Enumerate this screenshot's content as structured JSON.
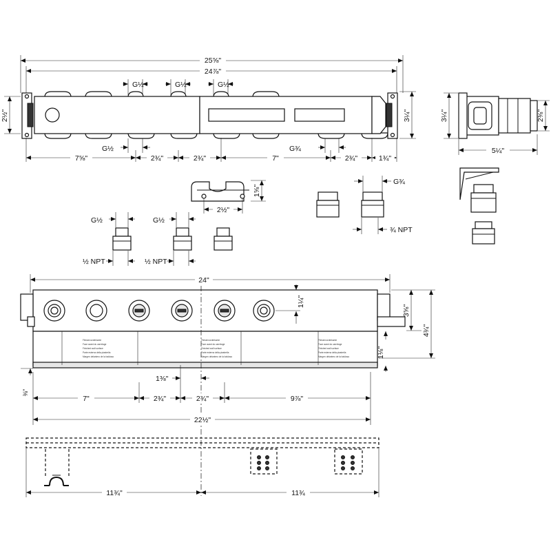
{
  "top_view": {
    "dims": {
      "overall_outer": "25⅝\"",
      "overall_inner": "24⅞\"",
      "thread_1": "G½",
      "thread_2": "G½",
      "thread_3": "G½",
      "height_left": "2½\"",
      "height_right": "3¼\"",
      "bottom_thread_left": "G½",
      "bottom_thread_right": "G¾",
      "seg_1": "7⅝\"",
      "seg_2": "2¾\"",
      "seg_3": "2¾\"",
      "seg_4": "7\"",
      "seg_5": "2¾\"",
      "seg_6": "1¾\""
    }
  },
  "side_view": {
    "dims": {
      "height": "3¼\"",
      "depth": "2⅜\"",
      "width": "5¼\""
    }
  },
  "bracket": {
    "height": "1⅝\"",
    "width": "2½\""
  },
  "fittings_half": {
    "thread_a": "G½",
    "thread_b": "G½",
    "npt_a": "½ NPT",
    "npt_b": "½ NPT"
  },
  "fittings_threequarter": {
    "thread": "G¾",
    "npt": "¾ NPT"
  },
  "front_view": {
    "dims": {
      "overall": "24\"",
      "port_offset": "1¼\"",
      "height_a": "3⅝\"",
      "height_b": "4¾\"",
      "height_c": "1⅛\"",
      "offset": "1⅜\"",
      "bottom_left": "⅜\"",
      "seg_1": "7\"",
      "seg_2": "2¾\"",
      "seg_3": "2¾\"",
      "seg_4": "9⅞\"",
      "total": "22½\""
    }
  },
  "bottom_view": {
    "dims": {
      "left_half": "11¾\"",
      "right_half": "11¾"
    }
  }
}
